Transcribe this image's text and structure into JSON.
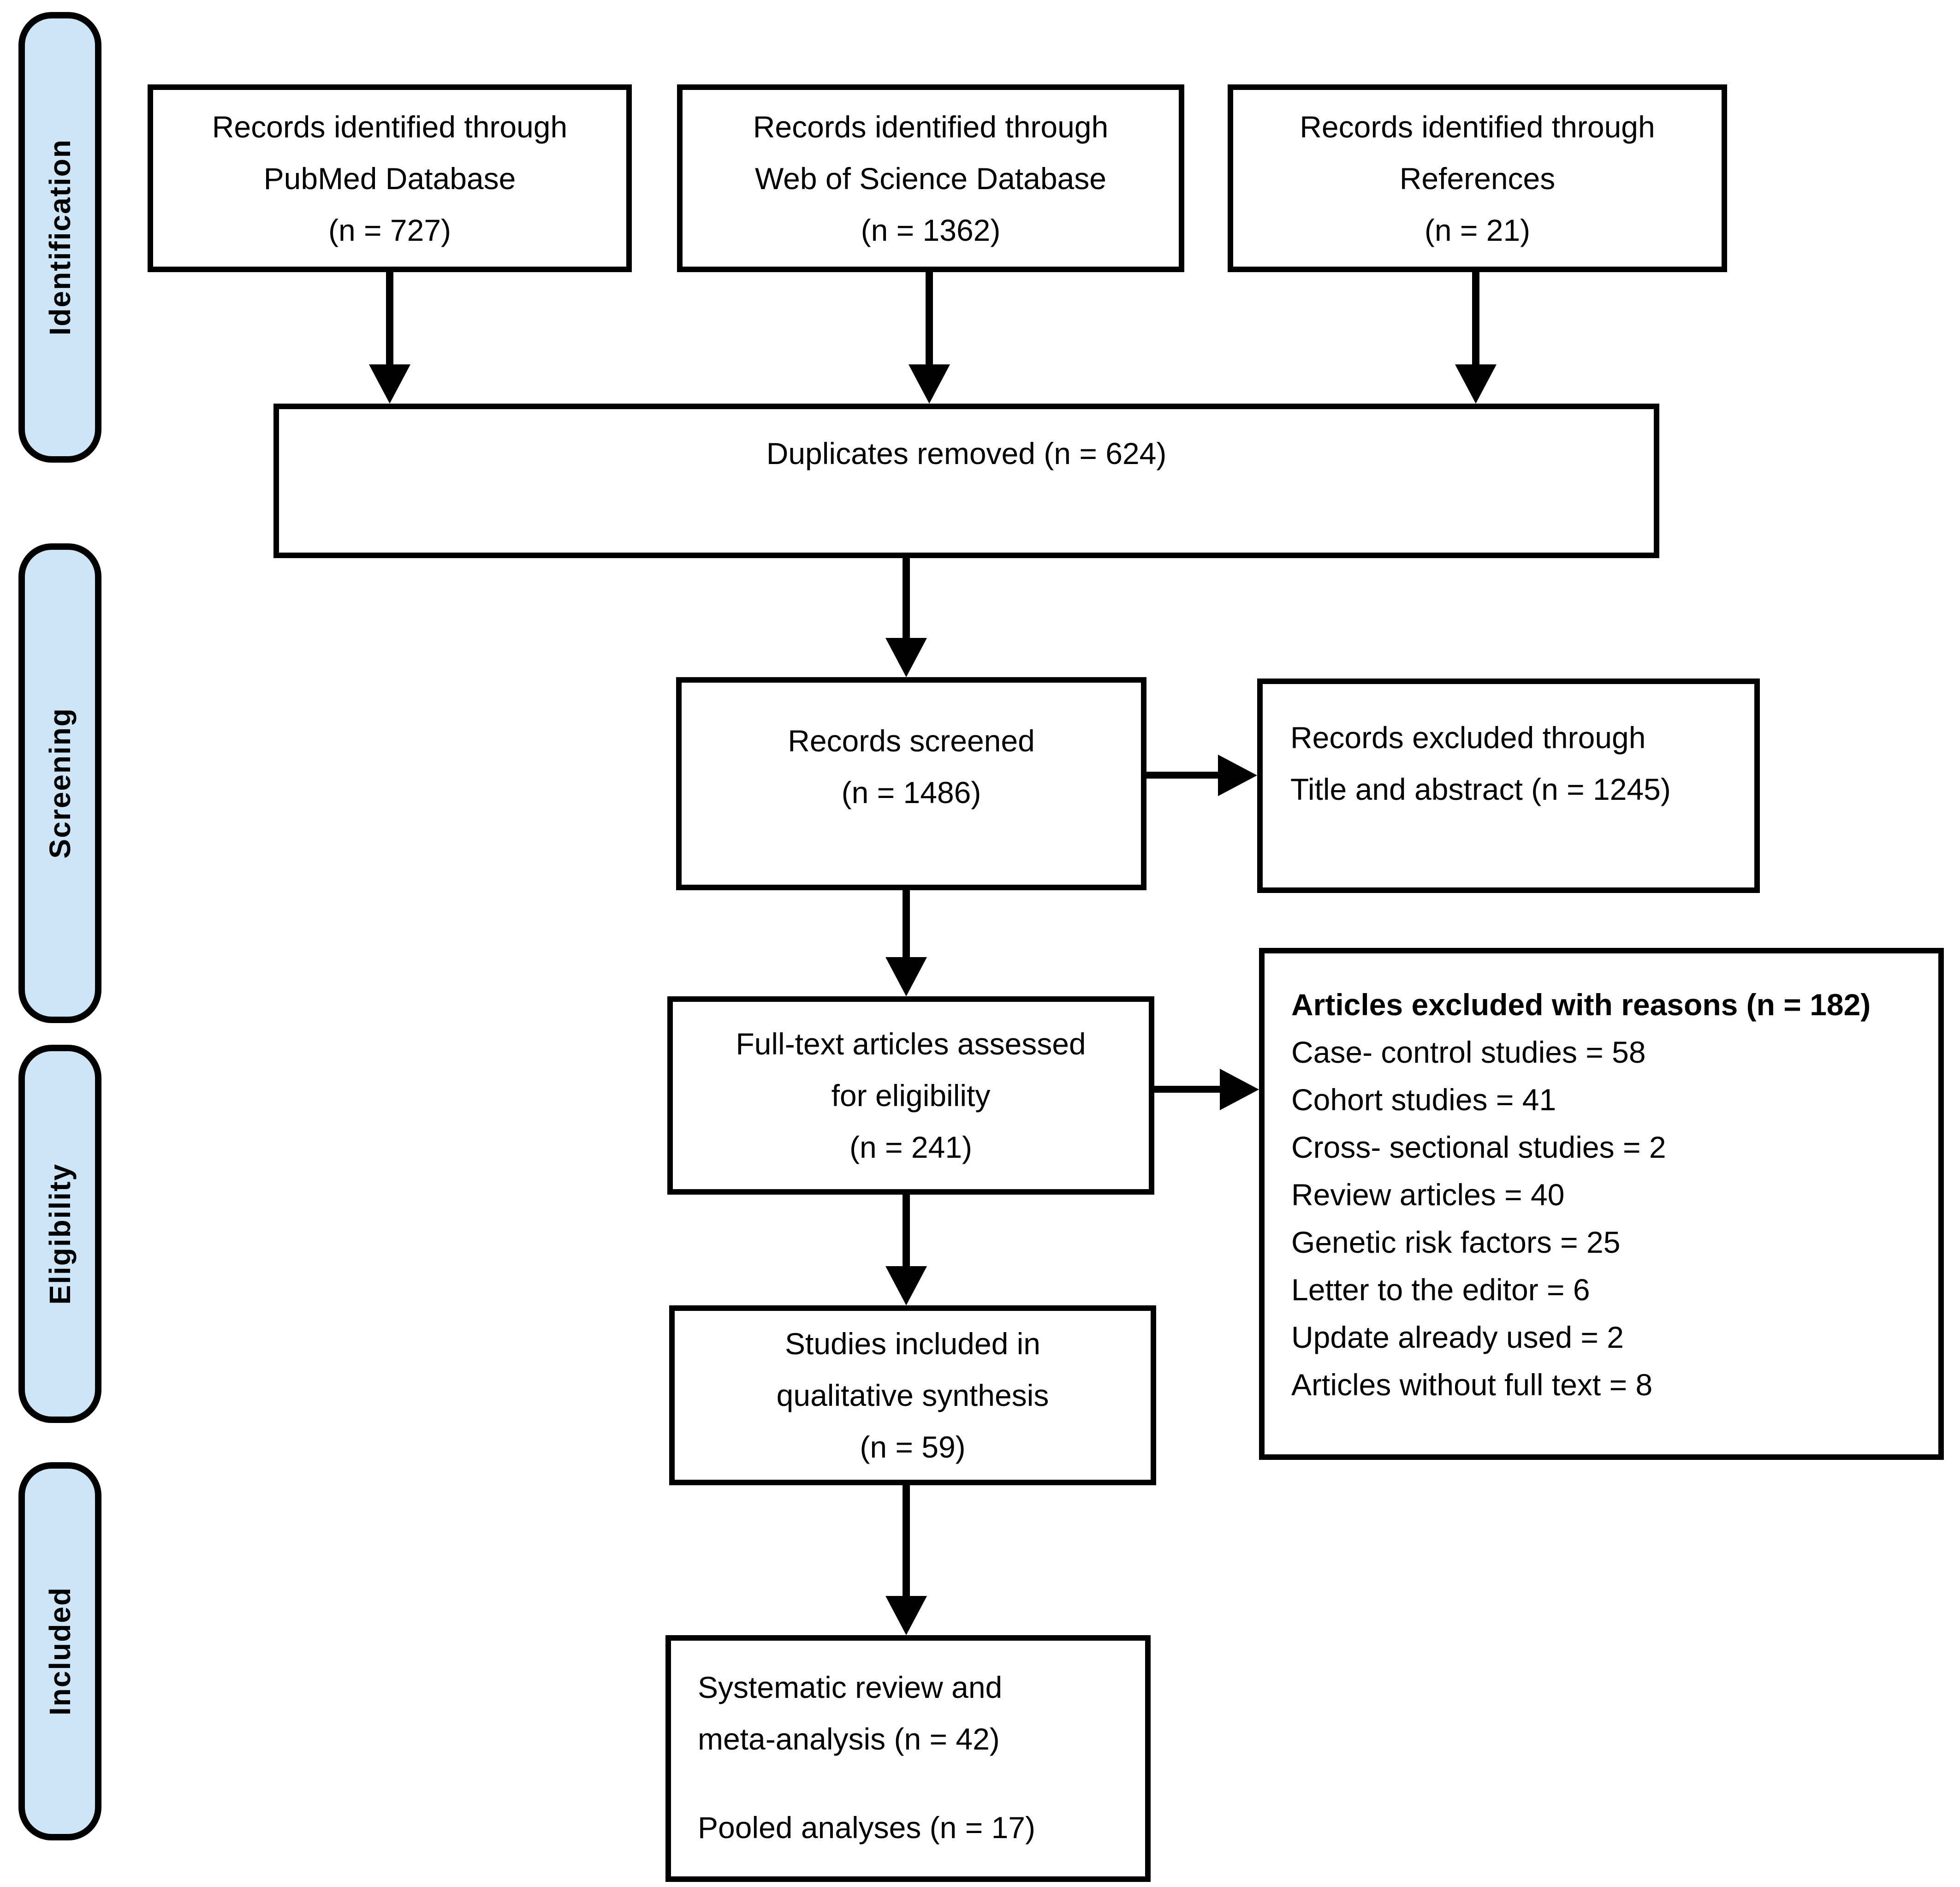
{
  "palette": {
    "stage_fill": "#cde5f6",
    "border": "#000000",
    "background": "#ffffff",
    "text": "#000000"
  },
  "stages": [
    {
      "label": "Identification"
    },
    {
      "label": "Screening"
    },
    {
      "label": "Eligibility"
    },
    {
      "label": "Included"
    }
  ],
  "boxes": {
    "pubmed": {
      "lines": [
        "Records identified through",
        "PubMed Database",
        "(n = 727)"
      ]
    },
    "web_of_science": {
      "lines": [
        "Records identified through",
        "Web of Science Database",
        "(n = 1362)"
      ]
    },
    "references": {
      "lines": [
        "Records identified through",
        "References",
        "(n = 21)"
      ]
    },
    "duplicates": {
      "lines": [
        "Duplicates removed (n = 624)"
      ]
    },
    "screened": {
      "lines": [
        "Records screened",
        "(n = 1486)"
      ]
    },
    "excluded_title_abstract": {
      "lines": [
        "Records excluded through",
        "Title and abstract (n = 1245)"
      ]
    },
    "fulltext": {
      "lines": [
        "Full-text articles assessed",
        "for eligibility",
        "(n = 241)"
      ]
    },
    "excluded_reasons": {
      "title": "Articles excluded with reasons (n = 182)",
      "items": [
        "Case- control studies = 58",
        "Cohort studies = 41",
        "Cross- sectional studies = 2",
        "Review articles = 40",
        "Genetic risk factors = 25",
        "Letter to the editor = 6",
        "Update already used = 2",
        "Articles without full text = 8"
      ]
    },
    "qualitative": {
      "lines": [
        "Studies included in",
        "qualitative synthesis",
        "(n = 59)"
      ]
    },
    "final": {
      "lines": [
        "Systematic review and",
        "meta-analysis (n = 42)",
        "Pooled analyses (n = 17)"
      ]
    }
  }
}
